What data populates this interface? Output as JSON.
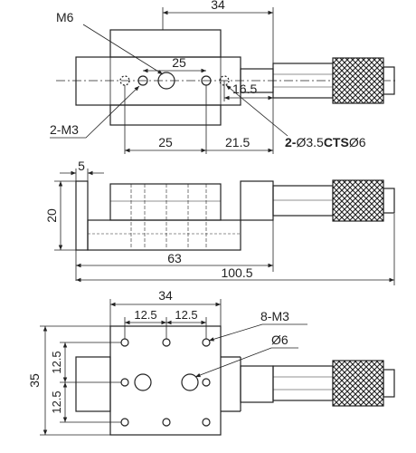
{
  "top_view": {
    "dim_overall_width": "34",
    "dim_hole_spacing_upper": "25",
    "dim_offset": "16.5",
    "dim_hole_spacing_lower": "25",
    "dim_right_offset": "21.5",
    "label_center_thread": "M6",
    "label_side_threads": "2-M3",
    "label_counterbore_qty": "2-",
    "label_counterbore_dia": "Ø3.5",
    "label_counterbore_type": "CTS",
    "label_counterbore_head": "Ø6"
  },
  "side_view": {
    "dim_step": "5",
    "dim_height": "20",
    "dim_body_length": "63",
    "dim_total_length": "100.5"
  },
  "bottom_view": {
    "dim_overall_width": "34",
    "dim_pitch_left": "12.5",
    "dim_pitch_right": "12.5",
    "dim_overall_height": "35",
    "dim_vpitch_upper": "12.5",
    "dim_vpitch_lower": "12.5",
    "label_holes": "8-M3",
    "label_bore": "Ø6"
  },
  "colors": {
    "line": "#222222",
    "background": "#ffffff"
  }
}
